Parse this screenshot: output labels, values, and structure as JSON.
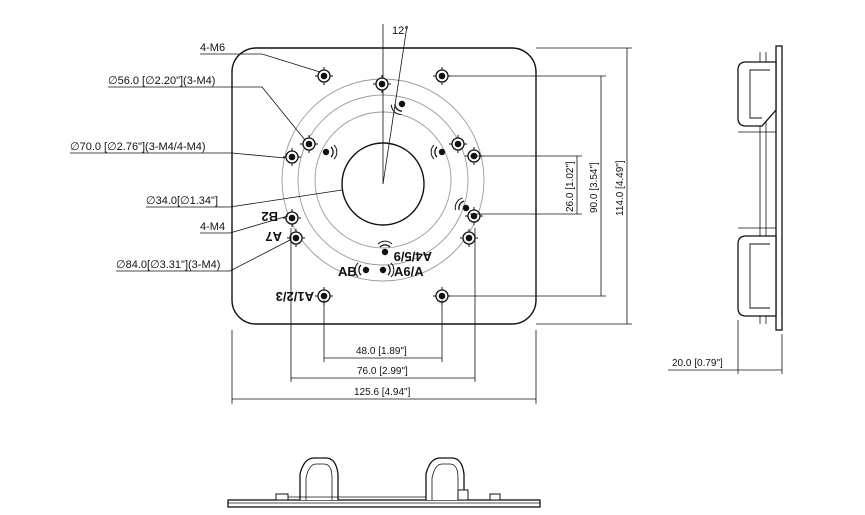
{
  "top_view": {
    "angle_label": "12°",
    "callouts": {
      "m6": "4-M6",
      "d56": "∅56.0 [∅2.20\"](3-M4)",
      "d70": "∅70.0 [∅2.76\"](3-M4/4-M4)",
      "d34": "∅34.0[∅1.34\"]",
      "m4": "4-M4",
      "d84": "∅84.0[∅3.31\"](3-M4)"
    },
    "hole_marks": {
      "b2": "B2",
      "a7": "A7",
      "a123": "A1/2/3",
      "a459": "A4/5/9",
      "ab": "AB",
      "a6a": "A6/A"
    },
    "dimensions": {
      "d26": "26.0 [1.02\"]",
      "d90": "90.0 [3.54\"]",
      "d114": "114.0 [4.49\"]",
      "d48": "48.0 [1.89\"]",
      "d76": "76.0 [2.99\"]",
      "d125": "125.6 [4.94\"]"
    }
  },
  "side_view": {
    "thickness": "20.0 [0.79\"]"
  }
}
